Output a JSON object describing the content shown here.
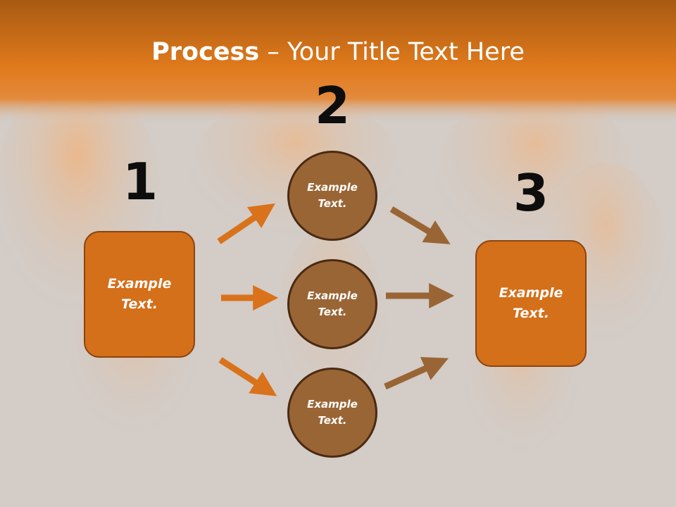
{
  "slide": {
    "title_bold": "Process",
    "title_rest": " – Your Title Text Here"
  },
  "steps": {
    "one": {
      "number": "1",
      "text": "Example\nText."
    },
    "two": {
      "number": "2"
    },
    "three": {
      "number": "3",
      "text": "Example\nText."
    }
  },
  "nodes": [
    {
      "text": "Example\nText."
    },
    {
      "text": "Example\nText."
    },
    {
      "text": "Example\nText."
    }
  ],
  "colors": {
    "header": "#e07a1c",
    "box_fill": "#d46f1a",
    "circle_fill": "#9a6535",
    "arrow_orange": "#d9721b",
    "arrow_brown": "#9a6535",
    "background": "#d3ccc7"
  }
}
